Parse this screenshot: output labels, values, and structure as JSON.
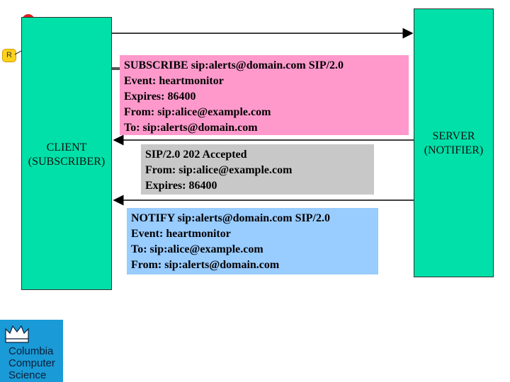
{
  "client": {
    "label_line1": "CLIENT",
    "label_line2": "(SUBSCRIBER)"
  },
  "server": {
    "label_line1": "SERVER",
    "label_line2": "(NOTIFIER)"
  },
  "messages": {
    "subscribe": {
      "color": "#ff99cc",
      "lines": [
        "SUBSCRIBE sip:alerts@domain.com SIP/2.0",
        "Event: heartmonitor",
        "Expires: 86400",
        "From: sip:alice@example.com",
        "To: sip:alerts@domain.com"
      ]
    },
    "accepted": {
      "color": "#c8c8c8",
      "lines": [
        "SIP/2.0 202 Accepted",
        "From: sip:alice@example.com",
        "Expires: 86400"
      ]
    },
    "notify": {
      "color": "#99ccff",
      "lines": [
        "NOTIFY sip:alerts@domain.com SIP/2.0",
        "Event: heartmonitor",
        "To: sip:alice@example.com",
        "From: sip:alerts@domain.com"
      ]
    }
  },
  "logo": {
    "lines": [
      "Columbia",
      "Computer",
      "Science"
    ]
  },
  "marker": {
    "label": "R"
  },
  "colors": {
    "box": "#00e0a8",
    "logo": "#1a9ad6"
  }
}
